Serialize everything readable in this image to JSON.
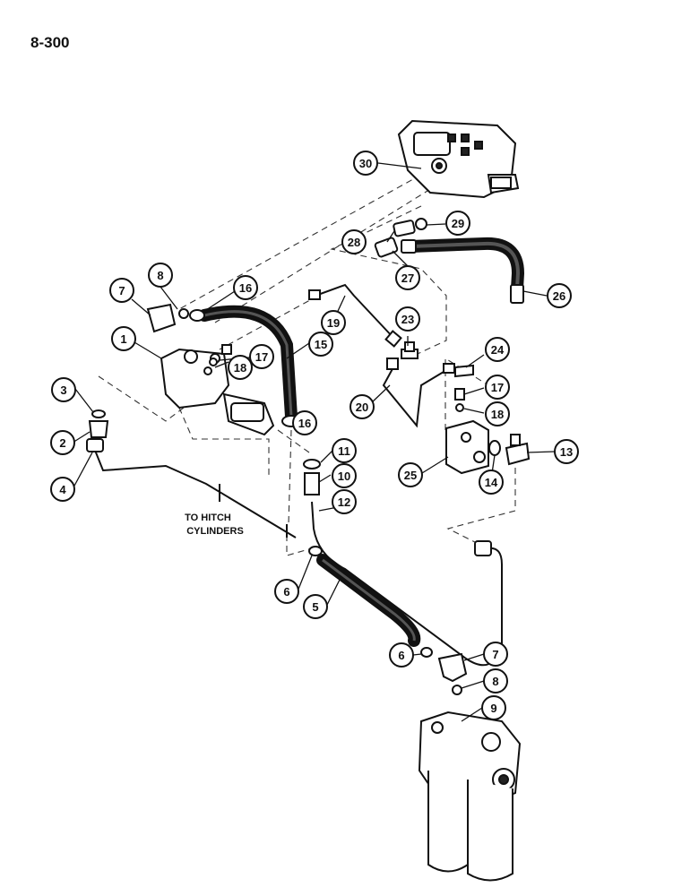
{
  "page_number": "8-300",
  "annotation": {
    "line1": "TO HITCH",
    "line2": "CYLINDERS"
  },
  "callouts": [
    "1",
    "2",
    "3",
    "4",
    "5",
    "6",
    "6",
    "7",
    "7",
    "8",
    "8",
    "9",
    "10",
    "11",
    "12",
    "13",
    "14",
    "15",
    "16",
    "16",
    "17",
    "17",
    "18",
    "18",
    "19",
    "20",
    "23",
    "24",
    "25",
    "26",
    "27",
    "28",
    "29",
    "30"
  ]
}
